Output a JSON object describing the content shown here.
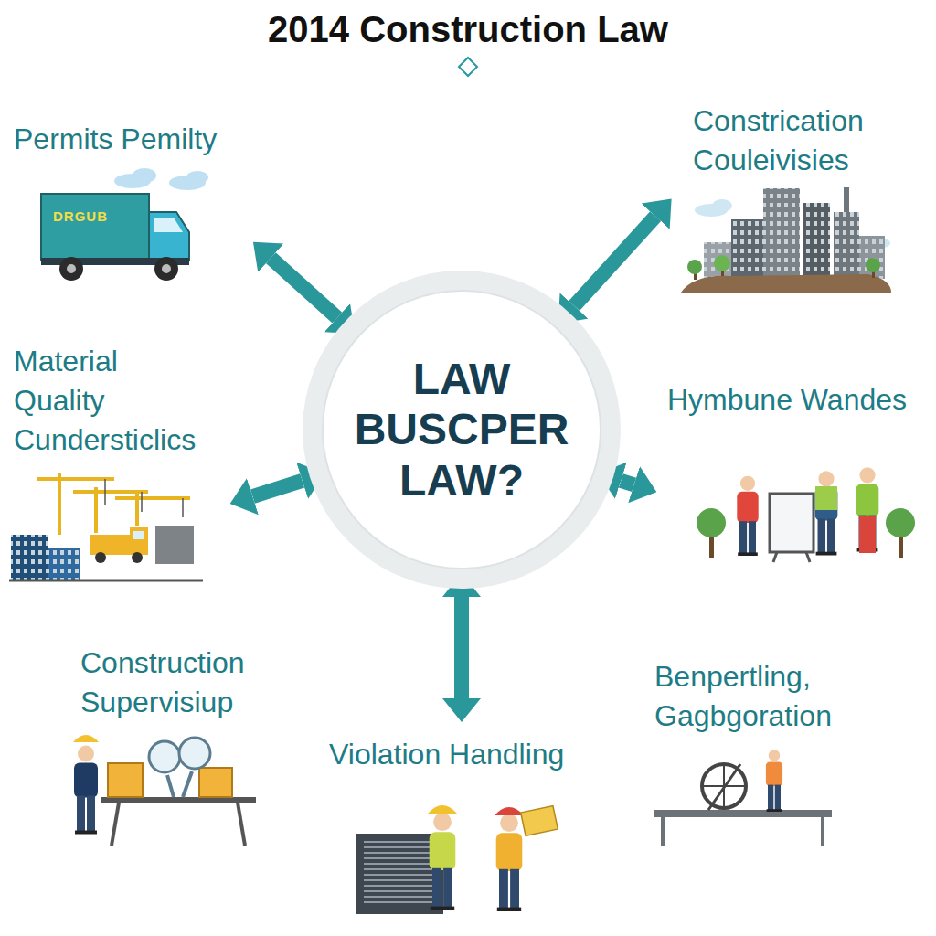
{
  "diagram": {
    "title": "2014 Construction Law",
    "nodes": [
      {
        "text": [
          "Permits Pemilty"
        ]
      },
      {
        "text": [
          "Constrication Couleivisies"
        ]
      },
      {
        "text": [
          "Material Quality Cundersticlics"
        ]
      },
      {
        "text": [
          "LAW BUSCPER LAW?"
        ]
      },
      {
        "text": [
          "Hymbune Wandes"
        ]
      },
      {
        "text": [
          "Construction Supervisiup"
        ]
      },
      {
        "text": [
          "Violation Handling"
        ]
      },
      {
        "text": [
          "Benpertling, Gagbgoration"
        ]
      }
    ],
    "edges": [
      {
        "from": 3,
        "to": 0,
        "arrow": "both"
      },
      {
        "from": 3,
        "to": 1,
        "arrow": "both"
      },
      {
        "from": 3,
        "to": 2,
        "arrow": "both"
      },
      {
        "from": 3,
        "to": 4,
        "arrow": "both"
      },
      {
        "from": 3,
        "to": 6,
        "arrow": "both"
      }
    ],
    "labels": [
      "DRGUB"
    ]
  }
}
